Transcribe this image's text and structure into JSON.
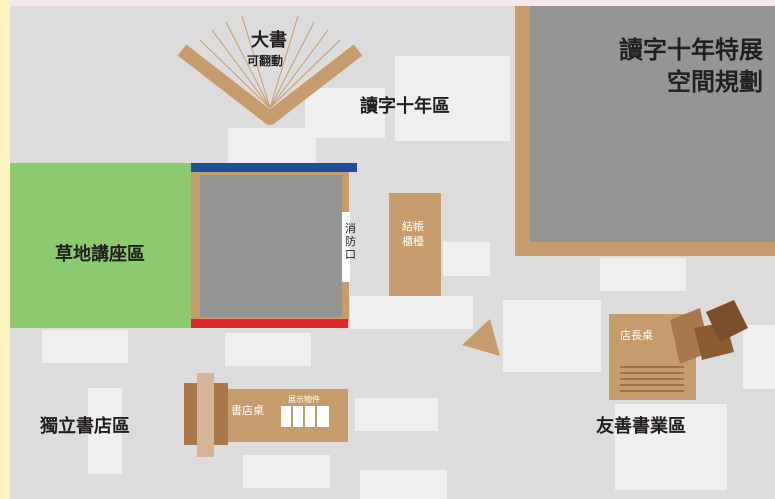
{
  "title": {
    "line1": "讀字十年特展",
    "line2": "空間規劃"
  },
  "zones": {
    "reading_decade": "讀字十年區",
    "lawn_lecture": "草地講座區",
    "independent_bookstore": "獨立書店區",
    "friendly_bookstore": "友善書業區"
  },
  "big_book": {
    "label": "大書",
    "sublabel": "可翻動"
  },
  "fire_exit": "消防口",
  "counter": "結帳櫃檯",
  "bookstore_desk": {
    "label": "書店桌",
    "display_label": "展示物件"
  },
  "manager_desk": "店長桌",
  "colors": {
    "floor": "#dcdcdc",
    "wood": "#c69c6d",
    "dark_wood": "#7b4f2c",
    "grass": "#8cc96f",
    "gray_block": "#959595",
    "blue": "#1f4e9c",
    "red": "#e0282b",
    "pink": "#f8e6f0",
    "yellow": "#fff4bf"
  }
}
